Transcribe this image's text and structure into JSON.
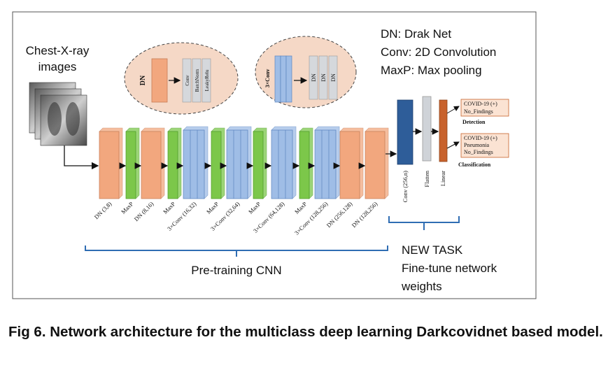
{
  "input": {
    "line1": "Chest-X-ray",
    "line2": "images"
  },
  "legend": {
    "dn": "DN: Drak Net",
    "conv": "Conv: 2D Convolution",
    "maxp": "MaxP: Max pooling"
  },
  "zoom_dn": {
    "block": "DN",
    "layers": [
      "Conv",
      "BatchNorm",
      "LeakyRelu"
    ]
  },
  "zoom_conv": {
    "block": "3×Conv",
    "layers": [
      "DN",
      "DN",
      "DN"
    ]
  },
  "pipeline": [
    {
      "label": "DN (3,8)",
      "kind": "dn"
    },
    {
      "label": "MaxP",
      "kind": "maxp"
    },
    {
      "label": "DN (8,16)",
      "kind": "dn"
    },
    {
      "label": "MaxP",
      "kind": "maxp"
    },
    {
      "label": "3×Conv (16,32)",
      "kind": "conv"
    },
    {
      "label": "MaxP",
      "kind": "maxp"
    },
    {
      "label": "3×Conv (32,64)",
      "kind": "conv"
    },
    {
      "label": "MaxP",
      "kind": "maxp"
    },
    {
      "label": "3×Conv (64,128)",
      "kind": "conv"
    },
    {
      "label": "MaxP",
      "kind": "maxp"
    },
    {
      "label": "3×Conv (128,256)",
      "kind": "conv"
    },
    {
      "label": "DN (256,128)",
      "kind": "dn"
    },
    {
      "label": "DN (128,256)",
      "kind": "dn"
    }
  ],
  "head": [
    {
      "label": "Conv (256,n)",
      "kind": "head-conv"
    },
    {
      "label": "Flatten",
      "kind": "flatten"
    },
    {
      "label": "Linear",
      "kind": "linear"
    }
  ],
  "outputs": {
    "detection": {
      "lines": [
        "COVID-19 (+)",
        "No_Findings"
      ],
      "title": "Detection"
    },
    "classification": {
      "lines": [
        "COVID-19 (+)",
        "Pneumonia",
        "No_Findings"
      ],
      "title": "Classification"
    }
  },
  "pretrain_label": "Pre-training CNN",
  "new_task": {
    "line1": "NEW TASK",
    "line2": "Fine-tune network",
    "line3": "weights"
  },
  "caption": "Fig 6. Network architecture for the multiclass deep learning Darkcovidnet based model.",
  "colors": {
    "dn": "#f2a77e",
    "maxp": "#7cc74a",
    "conv": "#9fbde6",
    "head_conv": "#2e5d99",
    "flatten": "#cfd3d8",
    "linear": "#c8622c",
    "bracket": "#2f6db3",
    "oval": "#f5d8c6"
  }
}
